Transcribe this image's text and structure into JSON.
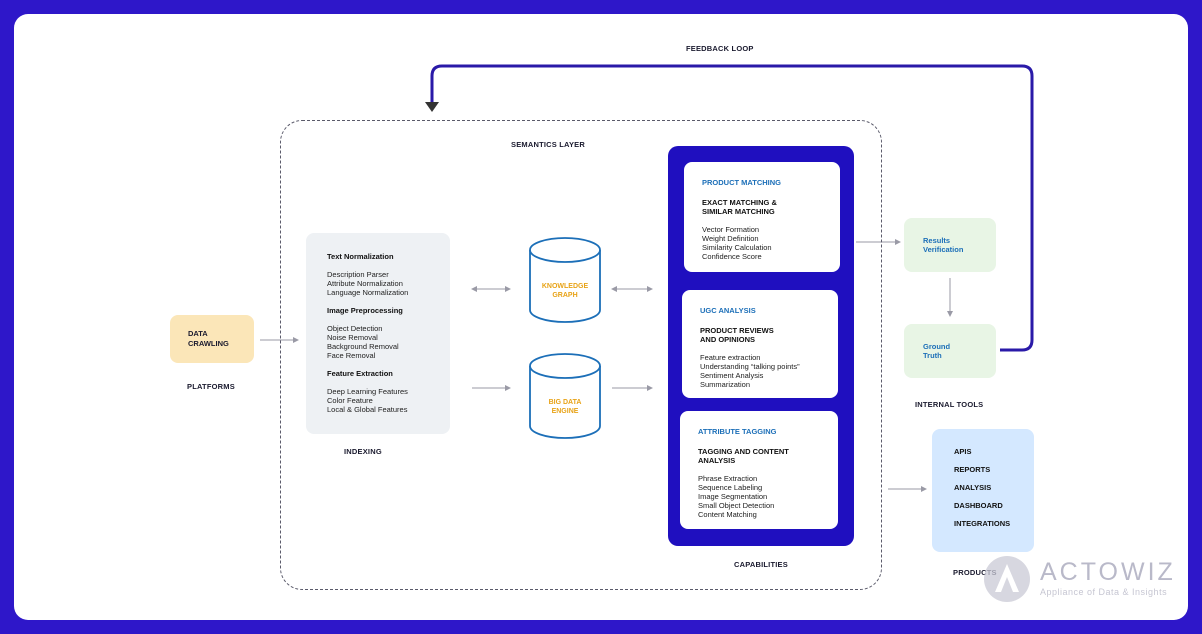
{
  "labels": {
    "feedback_loop": "FEEDBACK LOOP",
    "semantics_layer": "SEMANTICS LAYER",
    "platforms": "PLATFORMS",
    "indexing": "INDEXING",
    "capabilities": "CAPABILITIES",
    "internal_tools": "INTERNAL TOOLS",
    "products": "PRODUCTS"
  },
  "data_crawling": {
    "line1": "DATA",
    "line2": "CRAWLING"
  },
  "indexing_box": {
    "groups": [
      {
        "title": "Text Normalization",
        "items": [
          "Description Parser",
          "Attribute Normalization",
          "Language Normalization"
        ]
      },
      {
        "title": "Image Preprocessing",
        "items": [
          "Object Detection",
          "Noise Removal",
          "Background Removal",
          "Face Removal"
        ]
      },
      {
        "title": "Feature Extraction",
        "items": [
          "Deep Learning Features",
          "Color Feature",
          "Local & Global Features"
        ]
      }
    ]
  },
  "stores": {
    "knowledge_graph": {
      "line1": "KNOWLEDGE",
      "line2": "GRAPH"
    },
    "big_data_engine": {
      "line1": "BIG DATA",
      "line2": "ENGINE"
    }
  },
  "capability_cards": [
    {
      "title": "PRODUCT MATCHING",
      "sub1": "EXACT MATCHING &",
      "sub2": "SIMILAR MATCHING",
      "items": [
        "Vector Formation",
        "Weight Definition",
        "Similarity Calculation",
        "Confidence Score"
      ]
    },
    {
      "title": "UGC ANALYSIS",
      "sub1": "PRODUCT REVIEWS",
      "sub2": "AND OPINIONS",
      "items": [
        "Feature extraction",
        "Understanding “talking points”",
        "Sentiment Analysis",
        "Summarization"
      ]
    },
    {
      "title": "ATTRIBUTE TAGGING",
      "sub1": "TAGGING AND CONTENT",
      "sub2": "ANALYSIS",
      "items": [
        "Phrase Extraction",
        "Sequence Labeling",
        "Image Segmentation",
        "Small Object Detection",
        "Content Matching"
      ]
    }
  ],
  "internal_tools": {
    "results_verification": {
      "line1": "Results",
      "line2": "Verification"
    },
    "ground_truth": {
      "line1": "Ground",
      "line2": "Truth"
    }
  },
  "products_list": [
    "APIS",
    "REPORTS",
    "ANALYSIS",
    "DASHBOARD",
    "INTEGRATIONS"
  ],
  "logo": {
    "name": "ACTOWIZ",
    "tagline": "Appliance of Data & Insights"
  },
  "colors": {
    "background": "#2e17c9",
    "capabilities_panel": "#1f0fbf",
    "feedback_line": "#2a1aa8",
    "accent_blue": "#1c6fb8",
    "accent_orange": "#e8a317"
  }
}
